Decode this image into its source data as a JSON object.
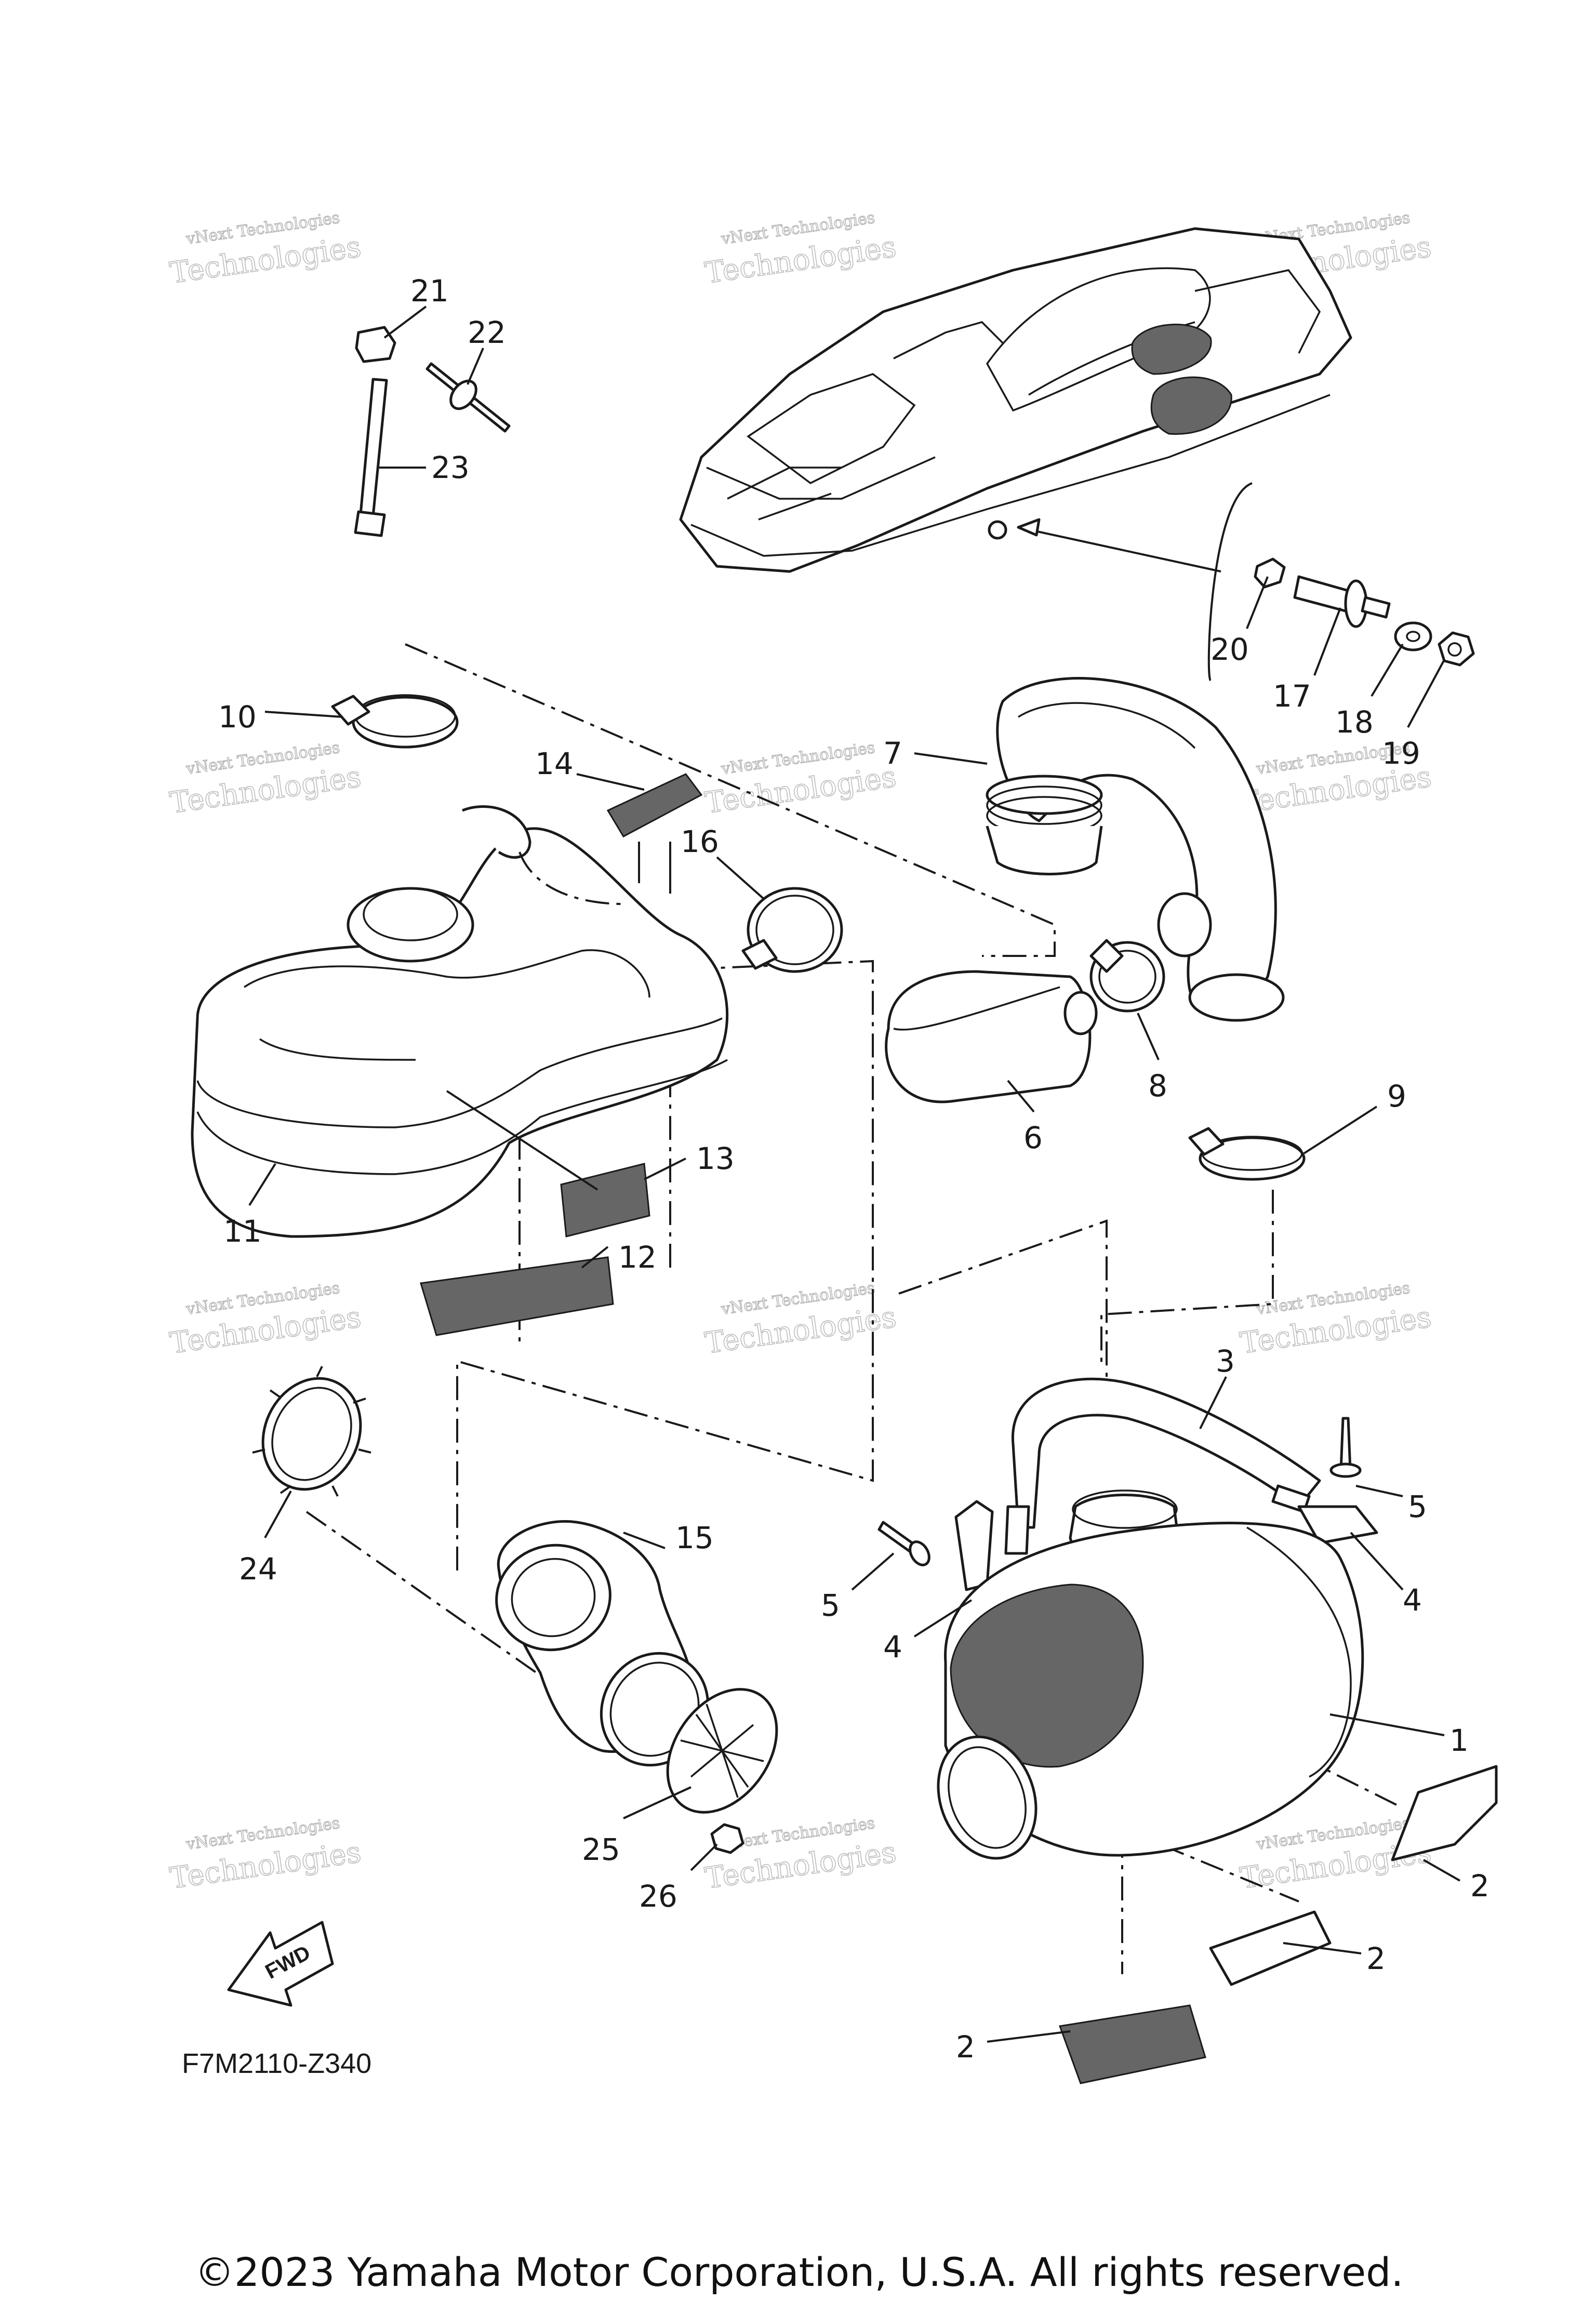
{
  "diagram": {
    "callouts": [
      "1",
      "2",
      "2",
      "2",
      "3",
      "4",
      "4",
      "5",
      "5",
      "6",
      "7",
      "8",
      "9",
      "10",
      "11",
      "12",
      "13",
      "14",
      "15",
      "16",
      "17",
      "18",
      "19",
      "20",
      "21",
      "22",
      "23",
      "24",
      "25",
      "26"
    ],
    "watermark_small": "vNext Technologies",
    "watermark_large": "Technologies",
    "watermark_top": "vNext",
    "fwd_label": "FWD",
    "figure_code": "F7M2110-Z340",
    "copyright": "©2023 Yamaha Motor Corporation, U.S.A. All rights reserved."
  }
}
